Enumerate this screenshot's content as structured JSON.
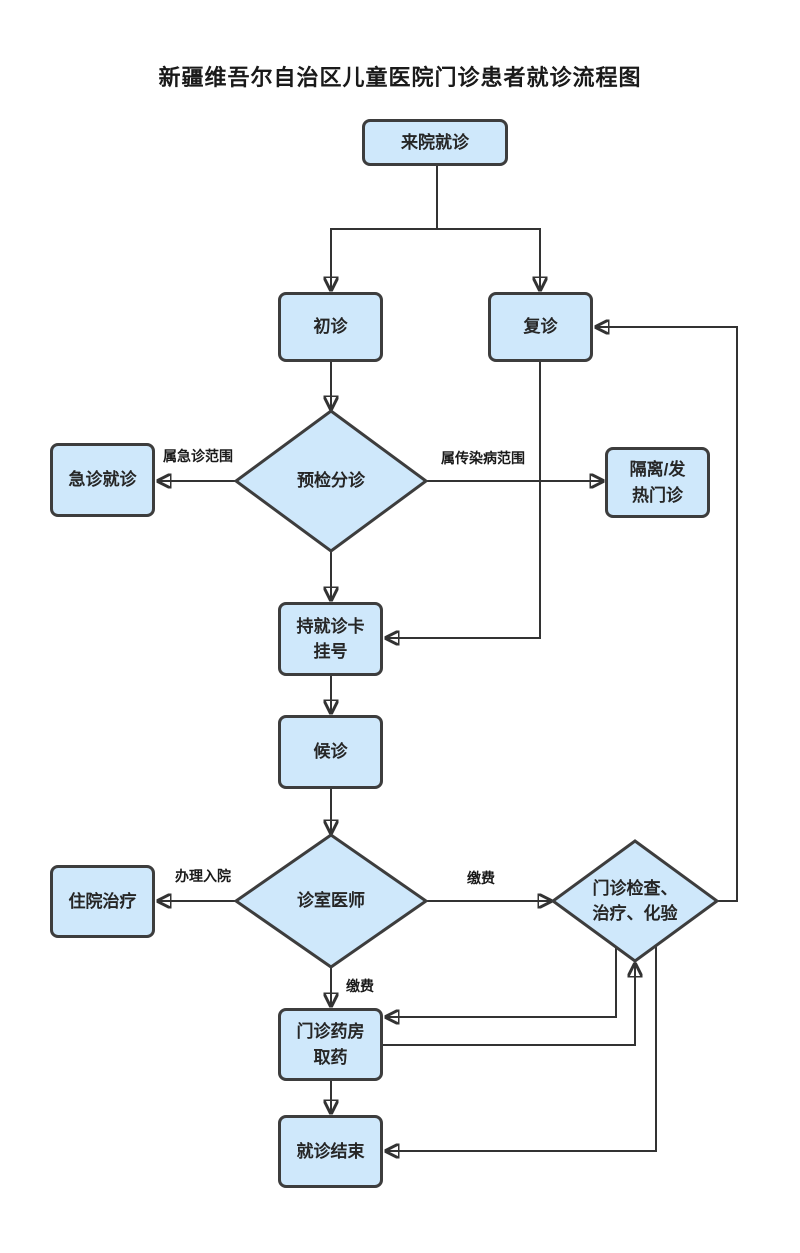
{
  "title": "新疆维吾尔自治区儿童医院门诊患者就诊流程图",
  "colors": {
    "node_fill": "#cfe8fb",
    "node_border": "#3d3d3d",
    "line": "#333333",
    "background": "#ffffff",
    "text": "#262626"
  },
  "nodes": {
    "visit": {
      "label": "来院就诊",
      "type": "process"
    },
    "first_visit": {
      "label": "初诊",
      "type": "process"
    },
    "return_visit": {
      "label": "复诊",
      "type": "process"
    },
    "emergency": {
      "label": "急诊就诊",
      "type": "process"
    },
    "triage": {
      "label": "预检分诊",
      "type": "decision"
    },
    "isolation": {
      "label": "隔离/发\n热门诊",
      "type": "process"
    },
    "register": {
      "label": "持就诊卡\n挂号",
      "type": "process"
    },
    "waiting": {
      "label": "候诊",
      "type": "process"
    },
    "hospitalize": {
      "label": "住院治疗",
      "type": "process"
    },
    "doctor": {
      "label": "诊室医师",
      "type": "decision"
    },
    "exam": {
      "label": "门诊检查、\n治疗、化验",
      "type": "decision"
    },
    "pharmacy": {
      "label": "门诊药房\n取药",
      "type": "process"
    },
    "finish": {
      "label": "就诊结束",
      "type": "process"
    }
  },
  "edge_labels": {
    "emergency_scope": "属急诊范围",
    "infectious_scope": "属传染病范围",
    "admission": "办理入院",
    "pay_right": "缴费",
    "pay_down": "缴费"
  },
  "edges": [
    {
      "from": "visit",
      "to": "first_visit",
      "label": ""
    },
    {
      "from": "visit",
      "to": "return_visit",
      "label": ""
    },
    {
      "from": "first_visit",
      "to": "triage",
      "label": ""
    },
    {
      "from": "triage",
      "to": "emergency",
      "label": "属急诊范围"
    },
    {
      "from": "triage",
      "to": "isolation",
      "label": "属传染病范围"
    },
    {
      "from": "triage",
      "to": "register",
      "label": ""
    },
    {
      "from": "return_visit",
      "to": "register",
      "label": ""
    },
    {
      "from": "register",
      "to": "waiting",
      "label": ""
    },
    {
      "from": "waiting",
      "to": "doctor",
      "label": ""
    },
    {
      "from": "doctor",
      "to": "hospitalize",
      "label": "办理入院"
    },
    {
      "from": "doctor",
      "to": "exam",
      "label": "缴费"
    },
    {
      "from": "doctor",
      "to": "pharmacy",
      "label": "缴费"
    },
    {
      "from": "exam",
      "to": "pharmacy",
      "label": ""
    },
    {
      "from": "pharmacy",
      "to": "exam",
      "label": ""
    },
    {
      "from": "exam",
      "to": "finish",
      "label": ""
    },
    {
      "from": "exam",
      "to": "return_visit",
      "label": ""
    },
    {
      "from": "pharmacy",
      "to": "finish",
      "label": ""
    }
  ]
}
